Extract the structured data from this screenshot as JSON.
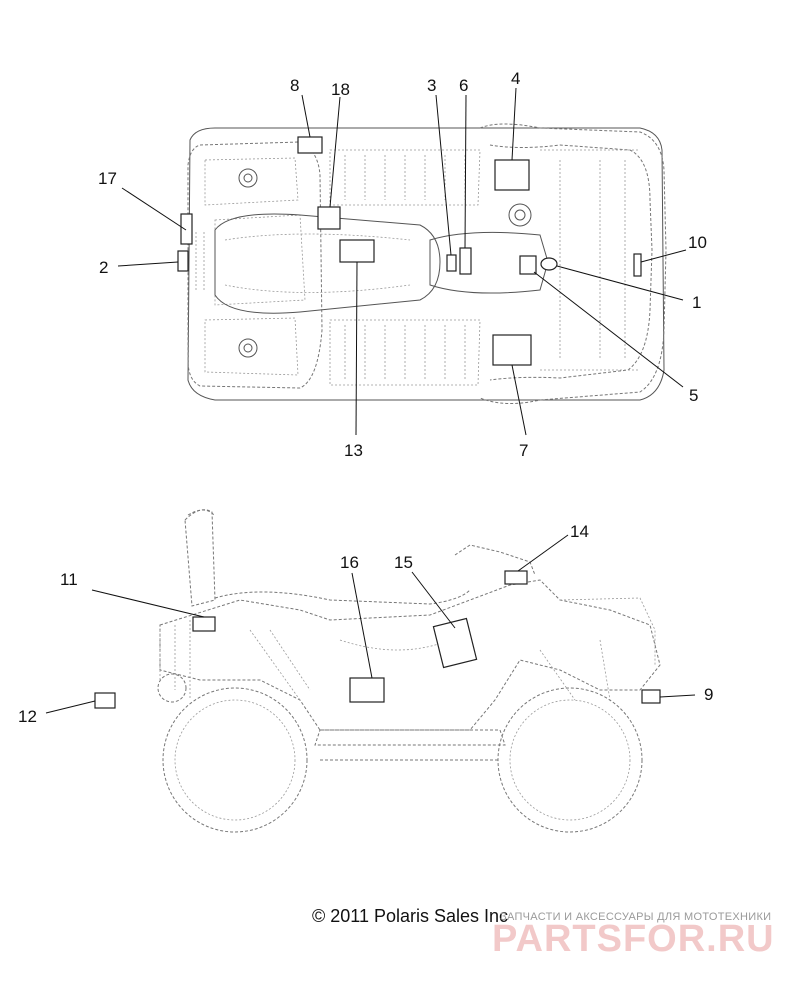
{
  "callouts": [
    "1",
    "2",
    "3",
    "4",
    "5",
    "6",
    "7",
    "8",
    "9",
    "10",
    "11",
    "12",
    "13",
    "14",
    "15",
    "16",
    "17",
    "18"
  ],
  "copyright": "© 2011 Polaris Sales Inc",
  "watermark": {
    "tagline": "ЗАПЧАСТИ И АКСЕССУАРЫ ДЛЯ МОТОТЕХНИКИ",
    "logo": "PARTSFOR.RU"
  },
  "colors": {
    "line": "#555555",
    "text": "#111111",
    "watermark_logo": "#f2c9c9"
  }
}
